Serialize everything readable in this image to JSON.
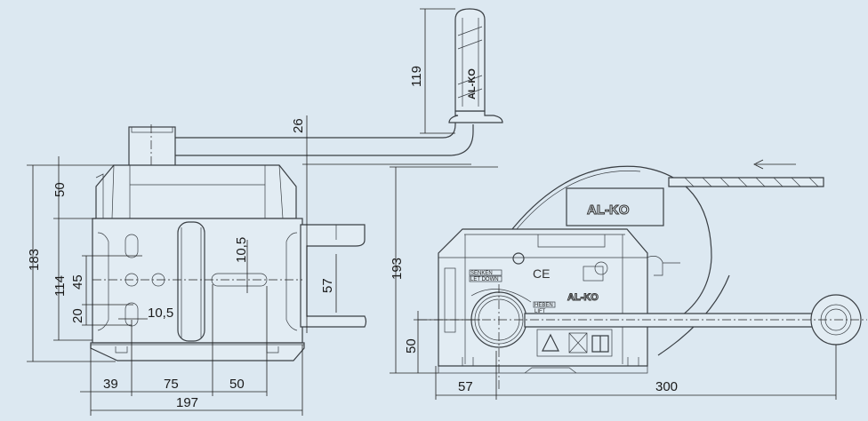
{
  "drawing": {
    "background_color": "#dce8f1",
    "line_color": "#3a3f44",
    "front_view": {
      "dimensions": {
        "overall_height": "183",
        "top_height": "50",
        "body_height": "114",
        "hole_spacing_v": "45",
        "hole_offset": "20",
        "slot_width_h": "10,5",
        "slot_width_v": "10,5",
        "bracket_gap": "57",
        "crank_offset": "26",
        "handle_length": "119",
        "dist_1": "39",
        "dist_2": "75",
        "dist_3": "50",
        "overall_width": "197"
      }
    },
    "side_view": {
      "logo_large": "AL-KO",
      "logo_small": "AL-KO",
      "ce_mark": "CE",
      "label_lower_de": "SENKEN",
      "label_lower_en": "LET DOWN",
      "label_raise_de": "HEBEN",
      "label_raise_en": "LIFT",
      "handle_logo": "AL-KO",
      "icons": [
        "warning-icon",
        "no-person-under-load-icon",
        "manual-icon"
      ],
      "dimensions": {
        "overall_height": "193",
        "axis_height": "50",
        "axis_offset": "57",
        "rope_length": "300"
      }
    }
  }
}
